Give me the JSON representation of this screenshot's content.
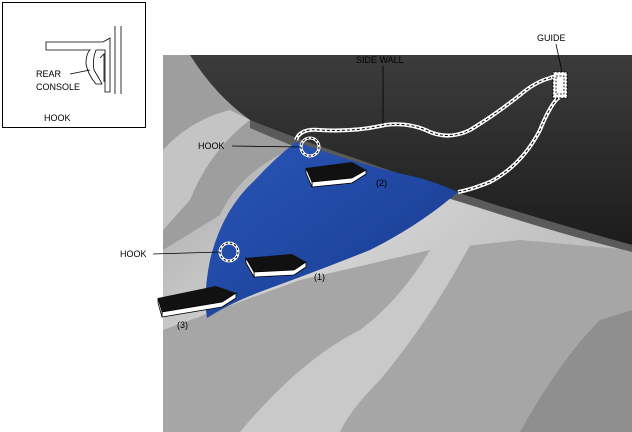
{
  "inset": {
    "label_part": "REAR",
    "label_part_2": "CONSOLE",
    "caption": "HOOK"
  },
  "callouts": {
    "guide": "GUIDE",
    "side_wall": "SIDE WALL",
    "hook_upper": "HOOK",
    "hook_lower": "HOOK"
  },
  "steps": {
    "step1": "(1)",
    "step2": "(2)",
    "step3": "(3)"
  },
  "colors": {
    "panel_blue": "#1f48a4",
    "trim_dark": "#2c2c2c",
    "surface_gray": "#b8b8b8"
  }
}
